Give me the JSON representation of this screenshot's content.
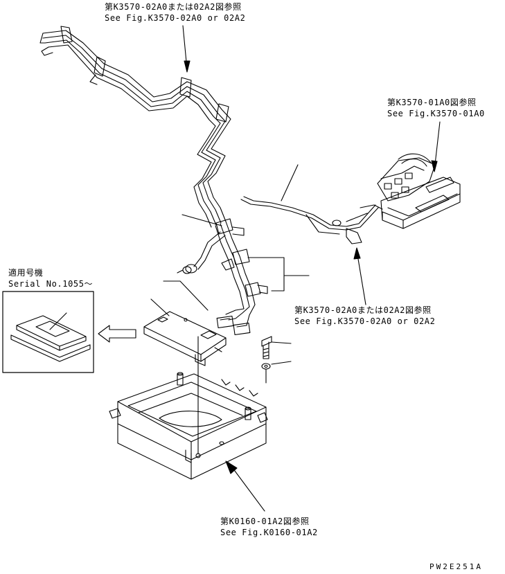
{
  "refs": {
    "top": {
      "ja": "第K3570-02A0または02A2図参照",
      "en": "See Fig.K3570-02A0 or 02A2"
    },
    "right": {
      "ja": "第K3570-01A0図参照",
      "en": "See Fig.K3570-01A0"
    },
    "middle": {
      "ja": "第K3570-02A0または02A2図参照",
      "en": "See Fig.K3570-02A0 or 02A2"
    },
    "bottom": {
      "ja": "第K0160-01A2図参照",
      "en": "See Fig.K0160-01A2"
    }
  },
  "inset": {
    "heading": "適用号機",
    "serial": "Serial No.1055～"
  },
  "drawing_code": "PW2E251A",
  "colors": {
    "line": "#000000",
    "background": "#ffffff"
  }
}
